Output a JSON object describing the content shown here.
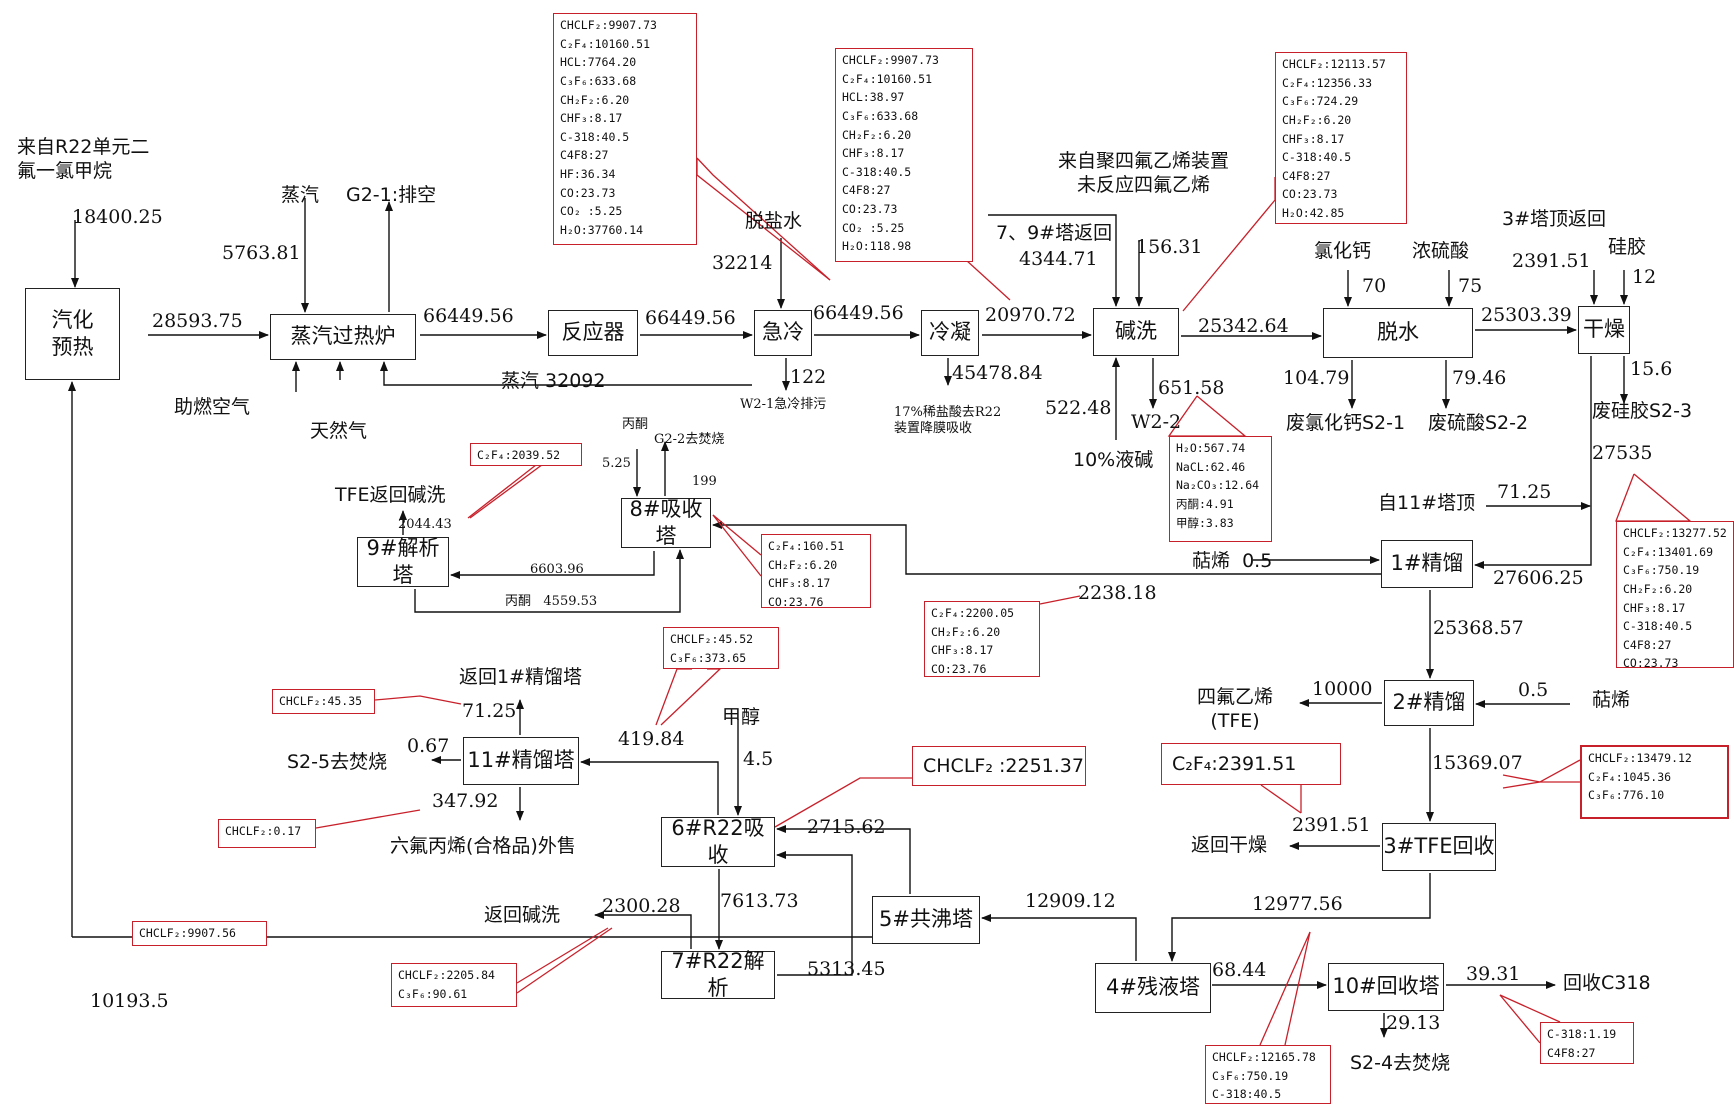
{
  "units": [
    {
      "id": "vaporize",
      "name": "汽化\n预热"
    },
    {
      "id": "superheater",
      "name": "蒸汽过热炉"
    },
    {
      "id": "reactor",
      "name": "反应器"
    },
    {
      "id": "quench",
      "name": "急冷"
    },
    {
      "id": "condense",
      "name": "冷凝"
    },
    {
      "id": "caustic",
      "name": "碱洗"
    },
    {
      "id": "dewater",
      "name": "脱水"
    },
    {
      "id": "dry",
      "name": "干燥"
    },
    {
      "id": "d1",
      "name": "1#精馏"
    },
    {
      "id": "d2",
      "name": "2#精馏"
    },
    {
      "id": "t3",
      "name": "3#TFE回收"
    },
    {
      "id": "t4",
      "name": "4#残液塔"
    },
    {
      "id": "t10",
      "name": "10#回收塔"
    },
    {
      "id": "t5",
      "name": "5#共沸塔"
    },
    {
      "id": "t6",
      "name": "6#R22吸收"
    },
    {
      "id": "t7",
      "name": "7#R22解析"
    },
    {
      "id": "t8",
      "name": "8#吸收塔"
    },
    {
      "id": "t9",
      "name": "9#解析塔"
    },
    {
      "id": "t11",
      "name": "11#精馏塔"
    }
  ],
  "labels": [
    {
      "id": "feed_src",
      "text": "来自R22单元二\n氟一氯甲烷"
    },
    {
      "id": "feed_val",
      "text": "18400.25"
    },
    {
      "id": "steam_top",
      "text": "蒸汽"
    },
    {
      "id": "steam_val",
      "text": "5763.81"
    },
    {
      "id": "g21",
      "text": "G2-1:排空"
    },
    {
      "id": "f28593",
      "text": "28593.75"
    },
    {
      "id": "air",
      "text": "助燃空气"
    },
    {
      "id": "natgas",
      "text": "天然气"
    },
    {
      "id": "steam_ret",
      "text": "蒸汽 32092"
    },
    {
      "id": "f66449a",
      "text": "66449.56"
    },
    {
      "id": "f66449b",
      "text": "66449.56"
    },
    {
      "id": "f66449c",
      "text": "66449.56"
    },
    {
      "id": "desalt",
      "text": "脱盐水"
    },
    {
      "id": "desalt_val",
      "text": "32214"
    },
    {
      "id": "q122",
      "text": "122"
    },
    {
      "id": "w21",
      "text": "W2-1急冷排污"
    },
    {
      "id": "f20970",
      "text": "20970.72"
    },
    {
      "id": "f45478",
      "text": "45478.84"
    },
    {
      "id": "hcl_note",
      "text": "17%稀盐酸去R22\n装置降膜吸收"
    },
    {
      "id": "tfe_src",
      "text": "来自聚四氟乙烯装置\n未反应四氟乙烯"
    },
    {
      "id": "ret79",
      "text": "7、9#塔返回"
    },
    {
      "id": "ret79_val",
      "text": "4344.71"
    },
    {
      "id": "f156",
      "text": "156.31"
    },
    {
      "id": "f25342",
      "text": "25342.64"
    },
    {
      "id": "f651",
      "text": "651.58"
    },
    {
      "id": "w22",
      "text": "W2-2"
    },
    {
      "id": "f522",
      "text": "522.48"
    },
    {
      "id": "naoh",
      "text": "10%液碱"
    },
    {
      "id": "cacl",
      "text": "氯化钙"
    },
    {
      "id": "cacl_val",
      "text": "70"
    },
    {
      "id": "h2so4",
      "text": "浓硫酸"
    },
    {
      "id": "h2so4_val",
      "text": "75"
    },
    {
      "id": "f25303",
      "text": "25303.39"
    },
    {
      "id": "f104",
      "text": "104.79"
    },
    {
      "id": "f79",
      "text": "79.46"
    },
    {
      "id": "s21",
      "text": "废氯化钙S2-1"
    },
    {
      "id": "s22",
      "text": "废硫酸S2-2"
    },
    {
      "id": "t3ret",
      "text": "3#塔顶返回"
    },
    {
      "id": "f2391a",
      "text": "2391.51"
    },
    {
      "id": "silica",
      "text": "硅胶"
    },
    {
      "id": "silica_val",
      "text": "12"
    },
    {
      "id": "f15_6",
      "text": "15.6"
    },
    {
      "id": "s23",
      "text": "废硅胶S2-3"
    },
    {
      "id": "f27535",
      "text": "27535"
    },
    {
      "id": "from11",
      "text": "自11#塔顶"
    },
    {
      "id": "f71a",
      "text": "71.25"
    },
    {
      "id": "terp1",
      "text": "萜烯  0.5"
    },
    {
      "id": "f27606",
      "text": "27606.25"
    },
    {
      "id": "f2238",
      "text": "2238.18"
    },
    {
      "id": "f25368",
      "text": "25368.57"
    },
    {
      "id": "tfe_prod",
      "text": "四氟乙烯\n(TFE)"
    },
    {
      "id": "f10000",
      "text": "10000"
    },
    {
      "id": "f0_5b",
      "text": "0.5"
    },
    {
      "id": "terp2",
      "text": "萜烯"
    },
    {
      "id": "f15369",
      "text": "15369.07"
    },
    {
      "id": "f2391b",
      "text": "2391.51"
    },
    {
      "id": "retdry",
      "text": "返回干燥"
    },
    {
      "id": "f12977",
      "text": "12977.56"
    },
    {
      "id": "f12909",
      "text": "12909.12"
    },
    {
      "id": "f68",
      "text": "68.44"
    },
    {
      "id": "f39",
      "text": "39.31"
    },
    {
      "id": "c318",
      "text": "回收C318"
    },
    {
      "id": "f29",
      "text": "29.13"
    },
    {
      "id": "s24",
      "text": "S2-4去焚烧"
    },
    {
      "id": "f2715",
      "text": "2715.62"
    },
    {
      "id": "methanol",
      "text": "甲醇"
    },
    {
      "id": "f4_5",
      "text": "4.5"
    },
    {
      "id": "f7613",
      "text": "7613.73"
    },
    {
      "id": "f5313",
      "text": "5313.45"
    },
    {
      "id": "f2300",
      "text": "2300.28"
    },
    {
      "id": "retwash2",
      "text": "返回碱洗"
    },
    {
      "id": "f419",
      "text": "419.84"
    },
    {
      "id": "ret1",
      "text": "返回1#精馏塔"
    },
    {
      "id": "f71b",
      "text": "71.25"
    },
    {
      "id": "s25",
      "text": "S2-5去焚烧"
    },
    {
      "id": "f0_67",
      "text": "0.67"
    },
    {
      "id": "f347",
      "text": "347.92"
    },
    {
      "id": "hfp",
      "text": "六氟丙烯(合格品)外售"
    },
    {
      "id": "f10193",
      "text": "10193.5"
    },
    {
      "id": "acetone1",
      "text": "丙酮"
    },
    {
      "id": "f5_25",
      "text": "5.25"
    },
    {
      "id": "g22",
      "text": "G2-2去焚烧"
    },
    {
      "id": "f199",
      "text": "199"
    },
    {
      "id": "tferet",
      "text": "TFE返回碱洗"
    },
    {
      "id": "f2044",
      "text": "2044.43"
    },
    {
      "id": "f6603",
      "text": "6603.96"
    },
    {
      "id": "acetone2",
      "text": "丙酮   4559.53"
    }
  ],
  "notes": [
    {
      "id": "n_quench",
      "text": "CHCLF₂:9907.73\nC₂F₄:10160.51\nHCL:7764.20\nC₃F₆:633.68\nCH₂F₂:6.20\nCHF₃:8.17\nC-318:40.5\nC4F8:27\nHF:36.34\nCO:23.73\nCO₂ :5.25\nH₂O:37760.14"
    },
    {
      "id": "n_cond",
      "text": "CHCLF₂:9907.73\nC₂F₄:10160.51\nHCL:38.97\nC₃F₆:633.68\nCH₂F₂:6.20\nCHF₃:8.17\nC-318:40.5\nC4F8:27\nCO:23.73\nCO₂ :5.25\nH₂O:118.98"
    },
    {
      "id": "n_wash",
      "text": "CHCLF₂:12113.57\nC₂F₄:12356.33\nC₃F₆:724.29\nCH₂F₂:6.20\nCHF₃:8.17\nC-318:40.5\nC4F8:27\nCO:23.73\nH₂O:42.85"
    },
    {
      "id": "n_w22",
      "text": "H₂O:567.74\nNaCL:62.46\nNa₂CO₃:12.64\n丙酮:4.91\n甲醇:3.83"
    },
    {
      "id": "n_27535",
      "text": "CHCLF₂:13277.52\nC₂F₄:13401.69\nC₃F₆:750.19\nCH₂F₂:6.20\nCHF₃:8.17\nC-318:40.5\nC4F8:27\nCO:23.73"
    },
    {
      "id": "n_c2f4",
      "text": "C₂F₄:2039.52"
    },
    {
      "id": "n_199",
      "text": "C₂F₄:160.51\nCH₂F₂:6.20\nCHF₃:8.17\nCO:23.76"
    },
    {
      "id": "n_2238",
      "text": "C₂F₄:2200.05\nCH₂F₂:6.20\nCHF₃:8.17\nCO:23.76"
    },
    {
      "id": "n_419",
      "text": "CHCLF₂:45.52\nC₃F₆:373.65"
    },
    {
      "id": "n_4535",
      "text": "CHCLF₂:45.35"
    },
    {
      "id": "n_017",
      "text": "CHCLF₂:0.17"
    },
    {
      "id": "n_2251",
      "text": "CHCLF₂ :2251.37"
    },
    {
      "id": "n_tfe2391",
      "text": "C₂F₄:2391.51"
    },
    {
      "id": "n_15369",
      "text": "CHCLF₂:13479.12\nC₂F₄:1045.36\nC₃F₆:776.10"
    },
    {
      "id": "n_9907",
      "text": "CHCLF₂:9907.56"
    },
    {
      "id": "n_2205",
      "text": "CHCLF₂:2205.84\nC₃F₆:90.61"
    },
    {
      "id": "n_12165",
      "text": "CHCLF₂:12165.78\nC₃F₆:750.19\nC-318:40.5"
    },
    {
      "id": "n_c318",
      "text": "C-318:1.19\nC4F8:27"
    }
  ]
}
